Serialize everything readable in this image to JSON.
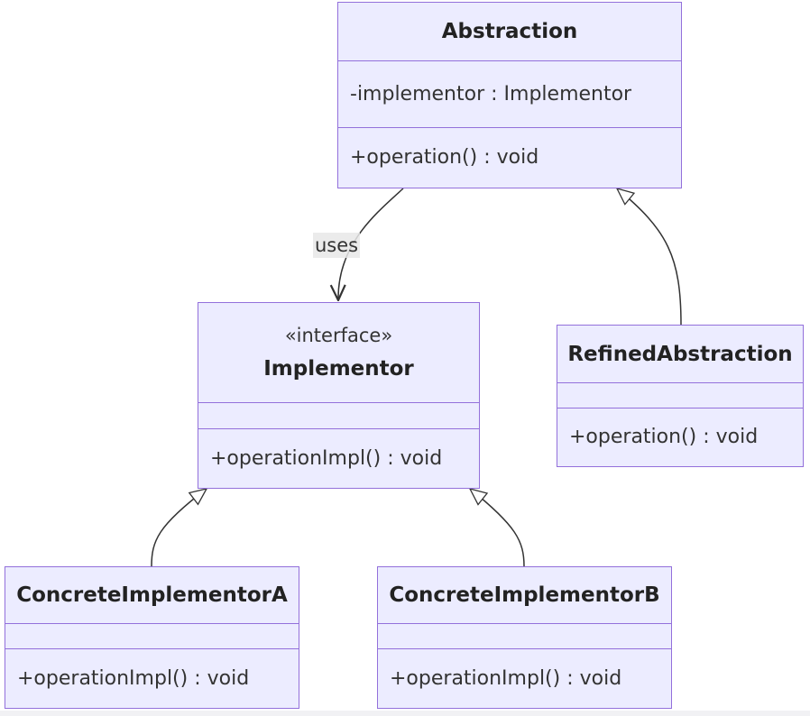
{
  "diagram": {
    "classes": {
      "abstraction": {
        "name": "Abstraction",
        "attribute": "-implementor : Implementor",
        "method": "+operation() : void"
      },
      "implementor": {
        "stereotype": "«interface»",
        "name": "Implementor",
        "method": "+operationImpl() : void"
      },
      "refined": {
        "name": "RefinedAbstraction",
        "method": "+operation() : void"
      },
      "concreteA": {
        "name": "ConcreteImplementorA",
        "method": "+operationImpl() : void"
      },
      "concreteB": {
        "name": "ConcreteImplementorB",
        "method": "+operationImpl() : void"
      }
    },
    "relations": {
      "uses_label": "uses"
    }
  },
  "colors": {
    "fill": "#ECECFF",
    "stroke": "#9370DB",
    "edge": "#333333"
  }
}
